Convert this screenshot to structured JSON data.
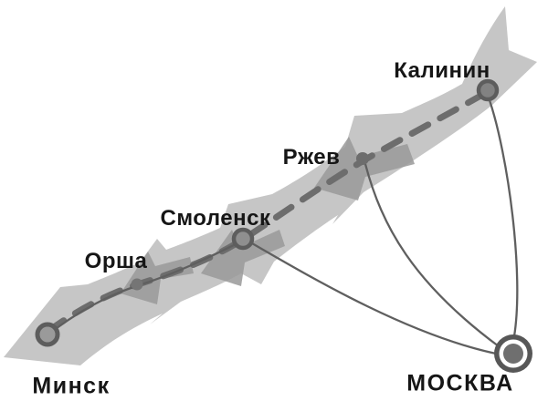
{
  "map": {
    "colors": {
      "background": "#ffffff",
      "band": "#c6c6c6",
      "band_dark_arrow": "#999999",
      "dashed_route": "#6d6d6d",
      "road_line": "#5f5f5f",
      "marker_ring": "#5d5d5d",
      "moscow_ring": "#575757",
      "moscow_core": "#6f6f6f",
      "label_text": "#161616"
    },
    "cities": [
      {
        "id": "kalinin",
        "name": "Калинин",
        "marker": "ring"
      },
      {
        "id": "rzhev",
        "name": "Ржев",
        "marker": "dot"
      },
      {
        "id": "smolensk",
        "name": "Смоленск",
        "marker": "ring"
      },
      {
        "id": "orsha",
        "name": "Орша",
        "marker": "dot"
      },
      {
        "id": "minsk",
        "name": "Минск",
        "marker": "ring"
      },
      {
        "id": "moskva",
        "name": "МОСКВА",
        "marker": "capital"
      }
    ],
    "route_order": [
      "Калинин",
      "Ржев",
      "Смоленск",
      "Орша",
      "Минск"
    ],
    "roads": [
      {
        "from": "moskva",
        "to": "kalinin"
      },
      {
        "from": "moskva",
        "to": "rzhev"
      },
      {
        "from": "moskva",
        "to": "smolensk"
      },
      {
        "from": "smolensk",
        "to": "minsk"
      }
    ]
  }
}
